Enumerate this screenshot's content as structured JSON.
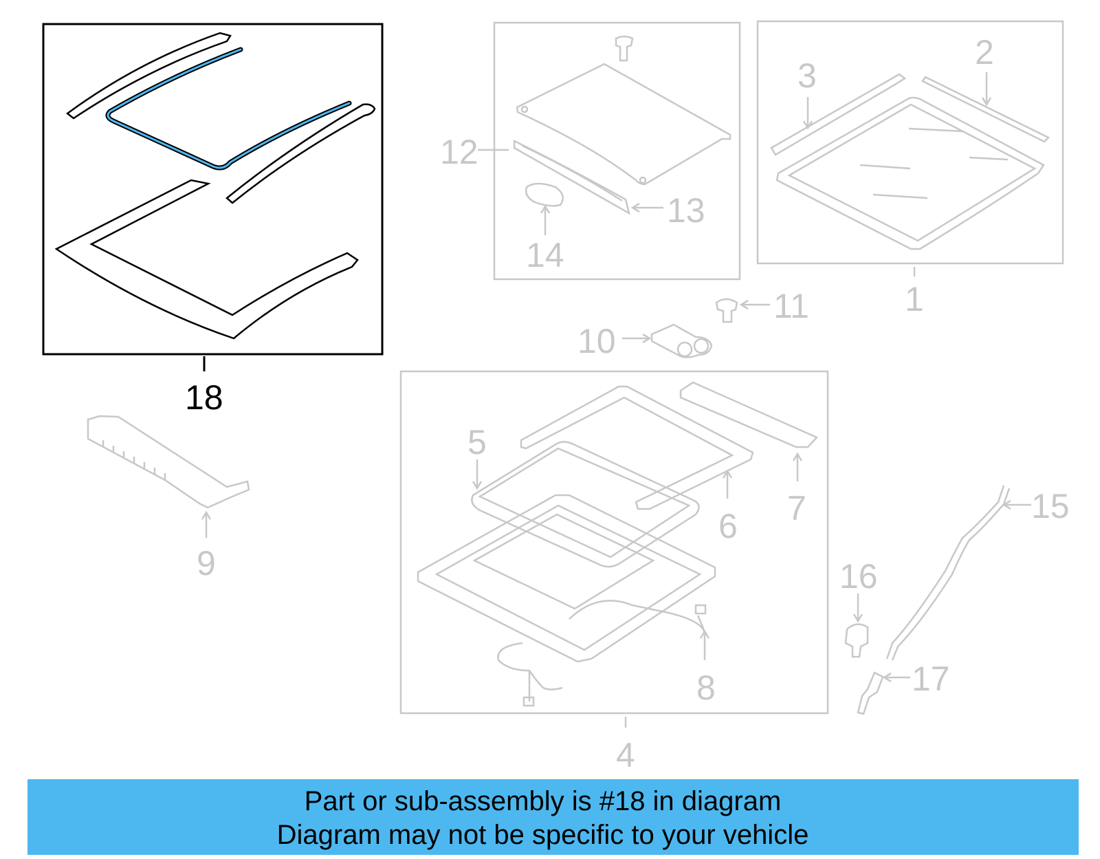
{
  "callouts": {
    "c1": "1",
    "c2": "2",
    "c3": "3",
    "c4": "4",
    "c5": "5",
    "c6": "6",
    "c7": "7",
    "c8": "8",
    "c9": "9",
    "c10": "10",
    "c11": "11",
    "c12": "12",
    "c13": "13",
    "c14": "14",
    "c15": "15",
    "c16": "16",
    "c17": "17",
    "c18": "18"
  },
  "highlighted_part": "18",
  "banner": {
    "line1": "Part or sub-assembly is #18 in diagram",
    "line2": "Diagram may not be specific to your vehicle"
  },
  "colors": {
    "banner_bg": "#4db8f0",
    "highlight": "#4db8f0",
    "inactive_parts": "#c8c8c8",
    "active_parts": "#000000"
  }
}
